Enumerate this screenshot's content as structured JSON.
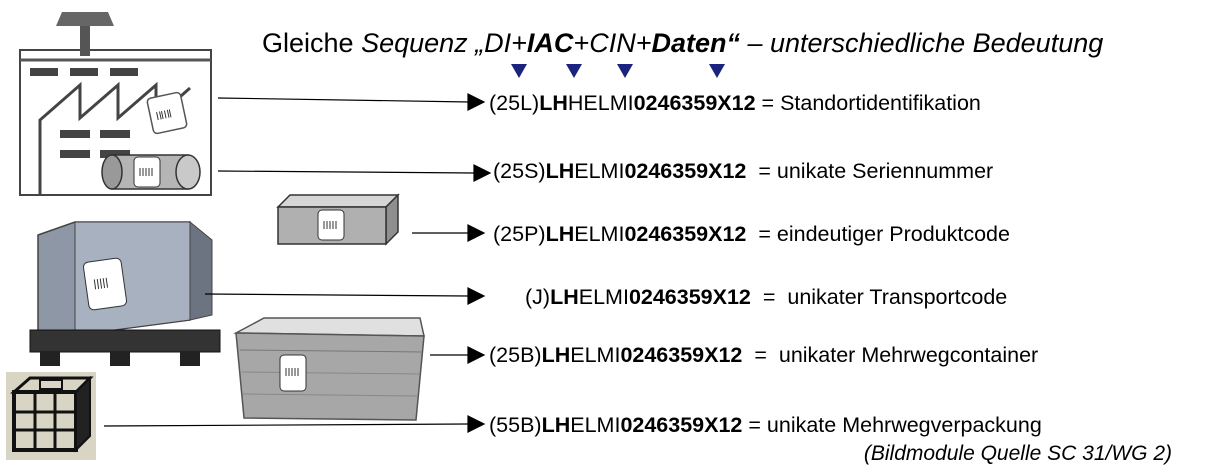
{
  "headline": {
    "part1": "Gleiche ",
    "part2": "Sequenz „DI+",
    "part3": "IAC",
    "part4": "+CIN+",
    "part5": "Daten",
    "part6": "“",
    "part7": " – unterschiedliche Bedeutung"
  },
  "rows": [
    {
      "prefix": "(25L)",
      "lh": "LH",
      "mid": "HELMI",
      "num": "0246359X12",
      "desc": " = Standortidentifikation"
    },
    {
      "prefix": "(25S)",
      "lh": "LH",
      "mid": "ELMI",
      "num": "0246359X12",
      "desc": "  = unikate Seriennummer"
    },
    {
      "prefix": "(25P)",
      "lh": "LH",
      "mid": "ELMI",
      "num": "0246359X12",
      "desc": "  = eindeutiger Produktcode"
    },
    {
      "prefix": "(J)",
      "lh": "LH",
      "mid": "ELMI",
      "num": "0246359X12",
      "desc": "  =  unikater Transportcode"
    },
    {
      "prefix": "(25B)",
      "lh": "LH",
      "mid": "ELMI",
      "num": "0246359X12",
      "desc": "  =  unikater Mehrwegcontainer"
    },
    {
      "prefix": "(55B)",
      "lh": "LH",
      "mid": "ELMI",
      "num": "0246359X12",
      "desc": " = unikate Mehrwegverpackung"
    }
  ],
  "source_note": "(Bildmodule Quelle SC 31/WG 2)",
  "colors": {
    "marker": "#1a237e",
    "line": "#000000"
  },
  "icons": [
    "factory-icon",
    "cylinder-icon",
    "box-icon",
    "foldable-container-icon",
    "plastic-crate-icon",
    "black-crate-icon"
  ]
}
